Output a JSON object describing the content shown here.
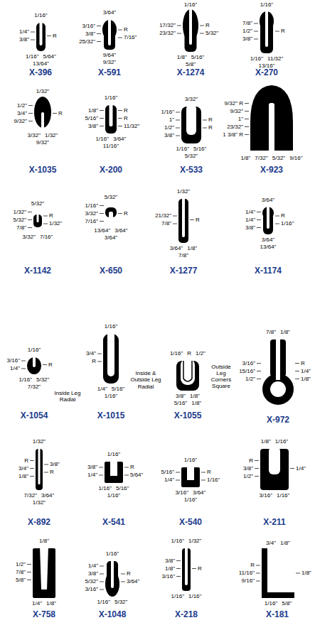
{
  "diagram": {
    "labels": [
      "1/16\"",
      "1/4\"",
      "R",
      "3/8\"",
      "1/16\"",
      "5/64\"",
      "13/64\"",
      "X-396",
      "3/64\"",
      "3/16\"",
      "3/8\"",
      "R",
      "25/32\"",
      "9/64\"",
      "7/16\"",
      "9/32\"",
      "X-591",
      "1/16\"",
      "R",
      "17/32\"",
      "23/32\"",
      "5/32\"",
      "1/8\"",
      "5/16\"",
      "5/8\"",
      "X-1274",
      "1/16\"",
      "7/8\"",
      "1/2\"",
      "3/8\"",
      "R",
      "1/16\"",
      "11/32\"",
      "13/16\"",
      "X-270",
      "1/32\"",
      "1/2\"",
      "R",
      "3/4\"",
      "9/32\"",
      "3/32\"",
      "1/32\"",
      "9/32\"",
      "X-1035",
      "1/16\"",
      "1/8\"",
      "R",
      "5/16\"",
      "3/8\"",
      "R",
      "1/16\"",
      "3/64\"",
      "11/32\"",
      "11/16\"",
      "X-200",
      "3/32\"",
      "1/16\"",
      "R",
      "1\"",
      "1/2\"",
      "3/8\"",
      "1/16\"",
      "5/16\"",
      "5/32\"",
      "R",
      "X-533",
      "9/32\" R",
      "9/32\"",
      "1\"",
      "23/32\"",
      "1/8\"",
      "1 3/8\" R",
      "7/32\"",
      "5/32\"",
      "9/16\"",
      "X-923",
      "5/32\"",
      "1/32\"",
      "5/32\"",
      "7/8\"",
      "R",
      "3/32\"",
      "7/16\"",
      "1/32\"",
      "X-1142",
      "5/32\"",
      "1/16\"",
      "3/32\"",
      "7/16\"",
      "13/64\"",
      "3/64\"",
      "3/64\"",
      "R",
      "X-650",
      "1/32\"",
      "R",
      "21/32\"",
      "7/8\"",
      "3/64\"",
      "1/8\"",
      "7/8\"",
      "X-1277",
      "3/64\"",
      "1/4\"",
      "R",
      "1/4\"",
      "3/8\"",
      "3/64\"",
      "13/64\"",
      "1/16\"",
      "X-1174",
      "1/16\"",
      "R",
      "3/16\"",
      "1/4\"",
      "1/16\"",
      "5/32\"",
      "7/32\"",
      "X-1054",
      "Inside Leg Radial",
      "1/16\"",
      "3/4\"",
      "R",
      "1/4\"",
      "5/16\"",
      "1/16\"",
      "X-1015",
      "Inside & Outside Leg Radial",
      "1/16\"",
      "R",
      "1/2\"",
      "3/8\"",
      "1/8\"",
      "5/16\"",
      "1/8\"",
      "X-1055",
      "Outside Leg Corners Square",
      "7/8\"",
      "1/8\"",
      "R",
      "3/16\"",
      "15/16\"",
      "1/2\"",
      "1/4\"",
      "1/8\"",
      "X-972",
      "1/32\"",
      "R",
      "3/4\"",
      "1/8\"",
      "7/32\"",
      "3/64\"",
      "3/8\"",
      "R",
      "1/32\"",
      "X-892",
      "1/16\"",
      "R",
      "3/8\"",
      "1/4\"",
      "1/16\"",
      "5/16\"",
      "5/64\"",
      "1/16\"",
      "X-541",
      "1/16\"",
      "R",
      "5/16\"",
      "1/4\"",
      "3/16\"",
      "3/64\"",
      "1/16\"",
      "1/16\"",
      "X-540",
      "1/8\"",
      "1/16\"",
      "R",
      "3/8\"",
      "1/2\"",
      "3/16\"",
      "1/16\"",
      "1/4\"",
      "X-211",
      "1/8\"",
      "1/2\"",
      "7/8\"",
      "5/8\"",
      "1/4\"",
      "1/8\"",
      "X-758",
      "1/16\"",
      "1/4\"",
      "R",
      "3/8\"",
      "5/32\"",
      "3/16\"",
      "1/16\"",
      "5/32\"",
      "3/64\"",
      "X-1048",
      "1/16\"",
      "1/32\"",
      "R",
      "3/8\"",
      "1/8\"",
      "3/16\"",
      "1/16\"",
      "1/16\"",
      "X-218",
      "3/4\"",
      "1/8\"",
      "R",
      "11/16\"",
      "9/16\"",
      "1/16\"",
      "5/8\"",
      "1/8\"",
      "X-181"
    ]
  }
}
